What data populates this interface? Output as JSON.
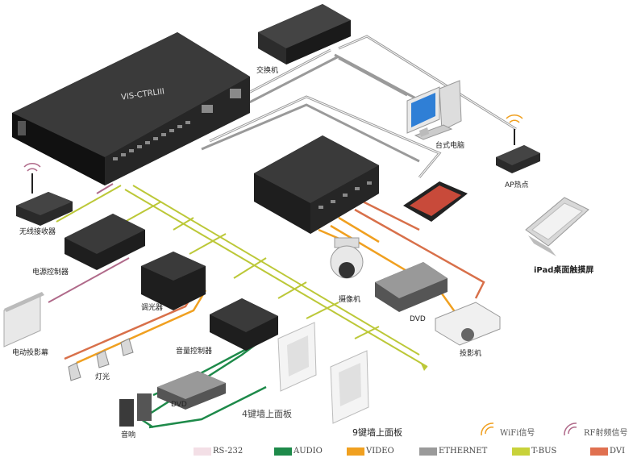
{
  "devices": {
    "main_controller": "VIS-CTRLIII",
    "switch": "交换机",
    "desktop_pc": "台式电脑",
    "ap_hotspot": "AP热点",
    "ipad": "iPad桌面触摸屏",
    "wireless_receiver": "无线接收器",
    "power_controller": "电源控制器",
    "dimmer": "调光器",
    "projector_screen": "电动投影幕",
    "lights": "灯光",
    "volume_controller": "音量控制器",
    "dvd_left": "DVD",
    "speakers": "音响",
    "panel_4key": "4键墙上面板",
    "panel_9key": "9键墙上面板",
    "camera": "摄像机",
    "dvd_right": "DVD",
    "projector": "投影机"
  },
  "signals": {
    "wifi": "WiFi信号",
    "rf": "RF射频信号"
  },
  "legend": [
    {
      "label": "RS-232",
      "color": "#f3dfe6"
    },
    {
      "label": "AUDIO",
      "color": "#1e8a4a"
    },
    {
      "label": "VIDEO",
      "color": "#f0a020"
    },
    {
      "label": "ETHERNET",
      "color": "#9a9a9a"
    },
    {
      "label": "T-BUS",
      "color": "#c8d23a"
    },
    {
      "label": "DVI",
      "color": "#e07050"
    }
  ],
  "colors": {
    "rs232": "#b06a8a",
    "audio": "#1e8a4a",
    "video": "#f0a020",
    "ethernet": "#9a9a9a",
    "tbus": "#bcc838",
    "dvi": "#d8704a",
    "device_dark": "#2a2a2a"
  }
}
